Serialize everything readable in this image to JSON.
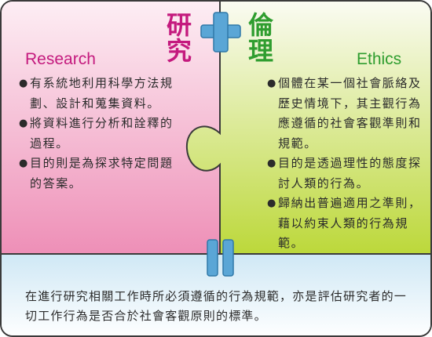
{
  "research": {
    "heading_zh": "研究",
    "heading_en": "Research",
    "items": [
      "有系統地利用科學方法規劃、設計和蒐集資料。",
      "將資料進行分析和詮釋的過程。",
      "目的則是為探求特定問題的答案。"
    ]
  },
  "ethics": {
    "heading_zh": "倫理",
    "heading_en": "Ethics",
    "items": [
      "個體在某一個社會脈絡及歷史情境下，其主觀行為應遵循的社會客觀準則和規範。",
      "目的是透過理性的態度探討人類的行為。",
      "歸納出普遍適用之準則，藉以約束人類的行為規範。"
    ]
  },
  "summary": "在進行研究相關工作時所必須遵循的行為規範，亦是評估研究者的一切工作行為是否合於社會客觀原則的標準。",
  "symbols": {
    "plus": "plus-sign",
    "equals": "equals-sign"
  },
  "colors": {
    "research_heading": "#c41a7e",
    "ethics_heading": "#2f9d2f",
    "plus": "#5aa6d6",
    "equals": "#5aa6d6",
    "research_panel": "#ee9fbf",
    "ethics_panel": "#c8df52",
    "bottom_panel": "#dbeef7"
  }
}
